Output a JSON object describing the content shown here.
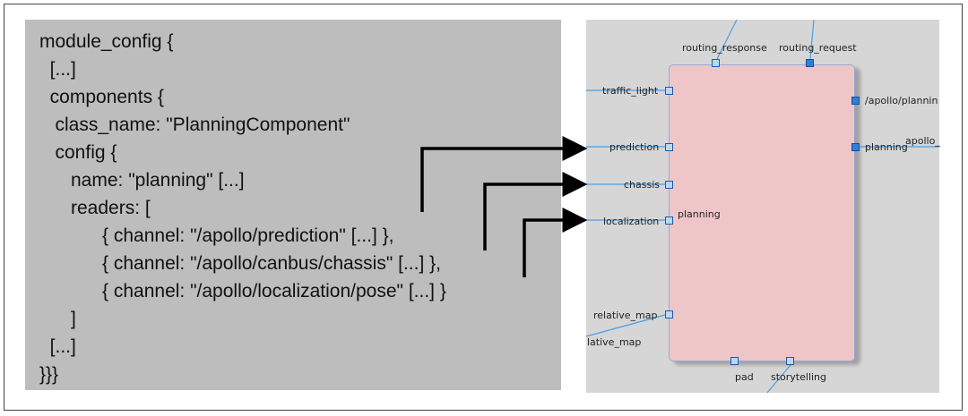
{
  "code_lines": [
    "module_config {",
    "  [...]",
    "  components {",
    "   class_name: \"PlanningComponent\"",
    "   config {",
    "      name: \"planning\" [...]",
    "      readers: [",
    "            { channel: \"/apollo/prediction\" [...] },",
    "            { channel: \"/apollo/canbus/chassis\" [...] },",
    "            { channel: \"/apollo/localization/pose\" [...] }",
    "      ]",
    "  [...]",
    "}}}"
  ],
  "diagram": {
    "block_name": "planning",
    "top_ports": [
      "routing_response",
      "routing_request"
    ],
    "left_ports": [
      "traffic_light",
      "prediction",
      "chassis",
      "localization",
      "relative_map"
    ],
    "right_ports": [
      "/apollo/plannin",
      "planning"
    ],
    "bottom_ports": [
      "pad",
      "storytelling"
    ],
    "extra_labels": {
      "apollo_edge": "apollo_",
      "relative_map_edge": "lative_map"
    }
  },
  "colors": {
    "code_bg": "#bdbdbd",
    "diagram_bg": "#d6d6d6",
    "block_fill": "#efc6c8",
    "port_in": "#b9d8f3",
    "port_out": "#2f80d8",
    "wire": "#4a9ee6",
    "arrow": "#000000"
  }
}
